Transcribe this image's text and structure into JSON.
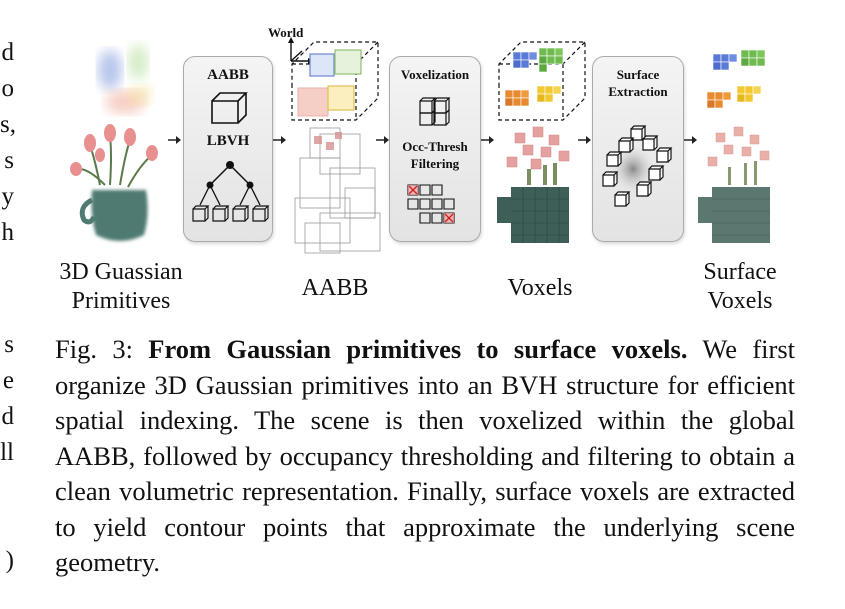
{
  "left_margin_fragments": [
    "d",
    "o",
    "s,",
    "s",
    "y",
    "h",
    "s",
    "e",
    "d",
    "ll",
    ")"
  ],
  "figure": {
    "stage_labels": {
      "primitives": [
        "3D Guassian",
        "Primitives"
      ],
      "aabb": "AABB",
      "voxels": "Voxels",
      "surface_voxels": [
        "Surface",
        "Voxels"
      ]
    },
    "box1": {
      "top_label": "AABB",
      "bottom_label": "LBVH"
    },
    "box2": {
      "top_label": "Voxelization",
      "bottom_label_1": "Occ-Thresh",
      "bottom_label_2": "Filtering"
    },
    "box3": {
      "label_1": "Surface",
      "label_2": "Extraction"
    },
    "world_label": "World"
  },
  "caption": {
    "prefix": "Fig. 3:",
    "title": "From Gaussian primitives to surface voxels.",
    "text": "We first organize 3D Gaussian primitives into an BVH structure for efficient spatial indexing. The scene is then voxelized within the global AABB, followed by occupancy thresholding and filtering to obtain a clean volumetric representation. Finally, surface voxels are extracted to yield contour points that approximate the underlying scene geometry."
  }
}
